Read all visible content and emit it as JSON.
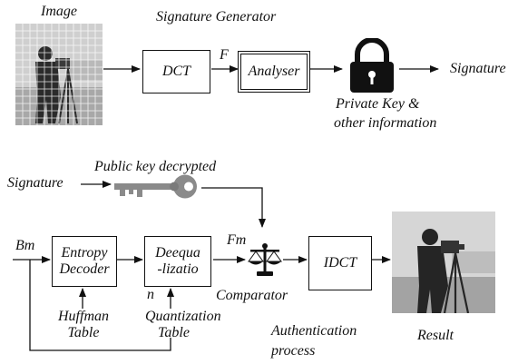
{
  "top": {
    "image_label": "Image",
    "section_title": "Signature Generator",
    "dct_label": "DCT",
    "f_label": "F",
    "analyser_label": "Analyser",
    "private_key_line1": "Private Key &",
    "private_key_line2": "other information",
    "signature_label": "Signature"
  },
  "bottom": {
    "signature_label": "Signature",
    "public_key_label": "Public key decrypted",
    "bm_label": "Bm",
    "entropy_line1": "Entropy",
    "entropy_line2": "Decoder",
    "dequant_line1": "Deequa",
    "dequant_line2": "-lizatio",
    "n_label": "n",
    "fm_label": "Fm",
    "comparator_label": "Comparator",
    "idct_label": "IDCT",
    "huffman_line1": "Huffman",
    "huffman_line2": "Table",
    "quant_line1": "Quantization",
    "quant_line2": "Table",
    "auth_line1": "Authentication",
    "auth_line2": "process",
    "result_label": "Result"
  },
  "icons": {
    "lock": "padlock-icon",
    "key": "key-icon",
    "scale": "balance-scale-icon",
    "input_photo": "cameraman-photo-gridded",
    "result_photo": "cameraman-photo"
  },
  "colors": {
    "ink": "#111111",
    "photo_dark": "#2b2b2b",
    "photo_sky": "#cfcfcf",
    "key_grey": "#8a8a8a"
  }
}
